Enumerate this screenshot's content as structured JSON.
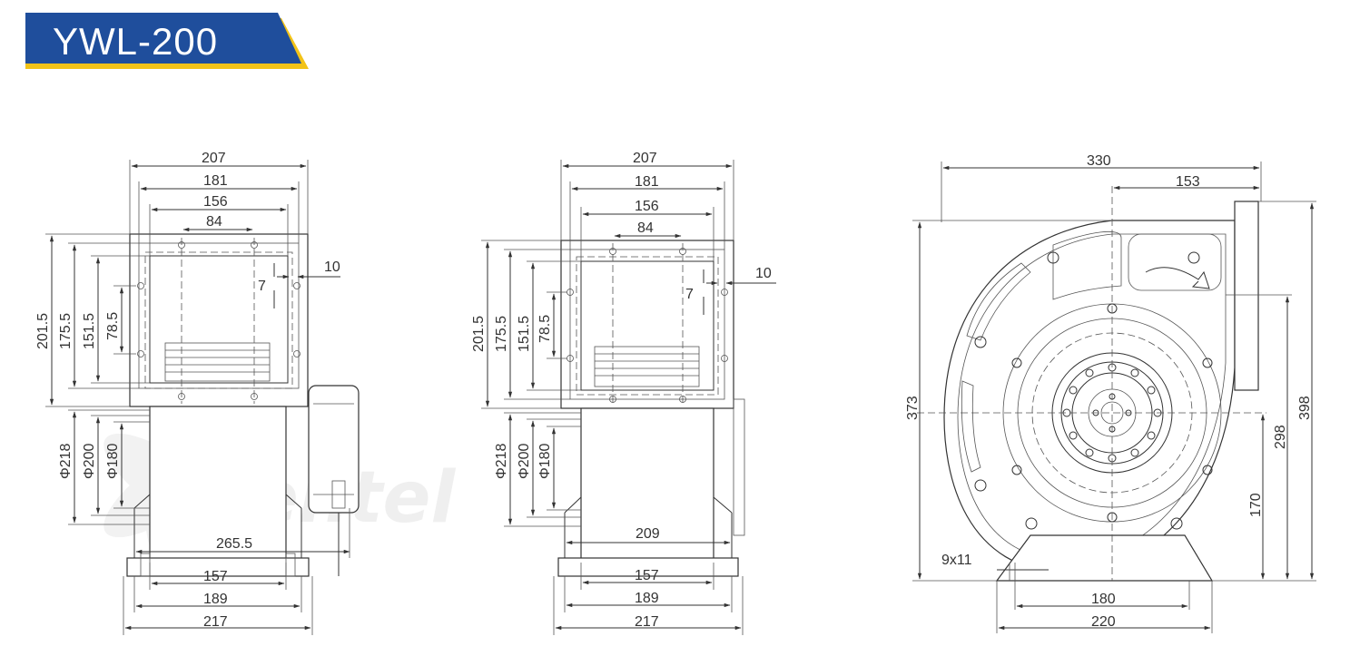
{
  "title": "YWL-200",
  "watermark": "ventel",
  "colors": {
    "banner_blue": "#1f4e9c",
    "banner_gold": "#f2c318",
    "line": "#333333",
    "watermark": "#e6e6e6"
  },
  "views": {
    "side1": {
      "w207": "207",
      "w181": "181",
      "w156": "156",
      "w84": "84",
      "d10": "10",
      "d7": "7",
      "h201": "201.5",
      "h175": "175.5",
      "h151": "151.5",
      "h78": "78.5",
      "phi218": "Φ218",
      "phi200": "Φ200",
      "phi180": "Φ180",
      "d265": "265.5",
      "b157": "157",
      "b189": "189",
      "b217": "217"
    },
    "side2": {
      "w207": "207",
      "w181": "181",
      "w156": "156",
      "w84": "84",
      "d10": "10",
      "d7": "7",
      "h201": "201.5",
      "h175": "175.5",
      "h151": "151.5",
      "h78": "78.5",
      "phi218": "Φ218",
      "phi200": "Φ200",
      "phi180": "Φ180",
      "d209": "209",
      "b157": "157",
      "b189": "189",
      "b217": "217"
    },
    "front": {
      "w330": "330",
      "w153": "153",
      "h373": "373",
      "h398": "398",
      "h298": "298",
      "h170": "170",
      "hole": "9x11",
      "b180": "180",
      "b220": "220"
    }
  }
}
